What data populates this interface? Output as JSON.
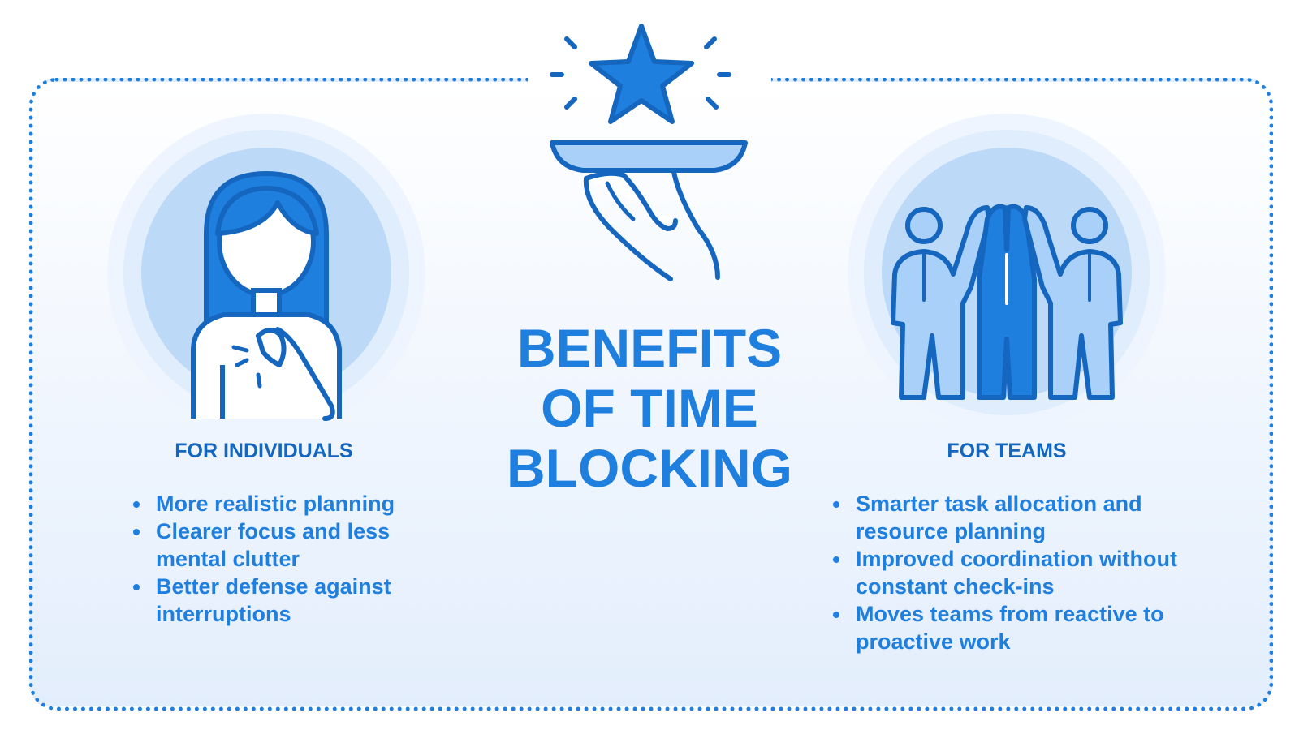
{
  "title_lines": [
    "BENEFITS",
    "OF TIME",
    "BLOCKING"
  ],
  "left": {
    "heading": "FOR INDIVIDUALS",
    "items": [
      "More realistic planning",
      "Clearer focus and less mental clutter",
      "Better defense against interruptions"
    ]
  },
  "right": {
    "heading": "FOR TEAMS",
    "items": [
      "Smarter task allocation and resource planning",
      "Improved coordination without constant check-ins",
      "Moves teams from reactive to proactive work"
    ]
  },
  "icons": {
    "center": "star-on-tray-hand-icon",
    "left": "person-individual-icon",
    "right": "team-high-five-icon"
  },
  "colors": {
    "accent": "#1f7fde",
    "dark_accent": "#1566bf",
    "fill_light": "#a9d0f8",
    "circle_bg": "#cfe4fb"
  }
}
